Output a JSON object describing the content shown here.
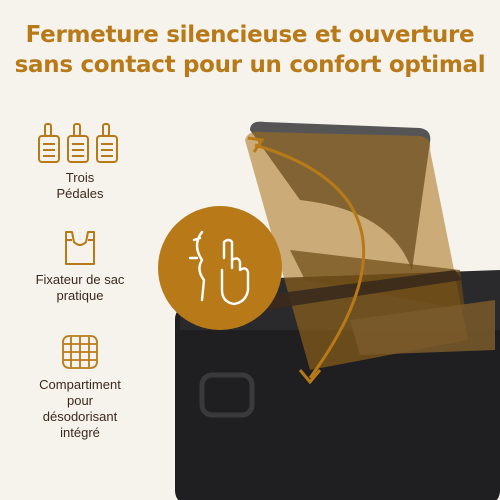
{
  "headline": {
    "line1": "Fermeture silencieuse et ouverture",
    "line2": "sans contact pour un confort optimal"
  },
  "features": [
    {
      "icon": "three-pedals-icon",
      "line1": "Trois",
      "line2": "Pédales"
    },
    {
      "icon": "bag-holder-icon",
      "line1": "Fixateur de sac",
      "line2": "pratique"
    },
    {
      "icon": "deodorizer-grid-icon",
      "line1": "Compartiment",
      "line2": "pour",
      "line3": "désodorisant",
      "line4": "intégré"
    }
  ],
  "colors": {
    "accent": "#b87a18",
    "text": "#3b2a1c",
    "background": "#f6f2ec",
    "bin": "#1f1f21"
  },
  "badge_icon": "touchless-gesture-icon"
}
